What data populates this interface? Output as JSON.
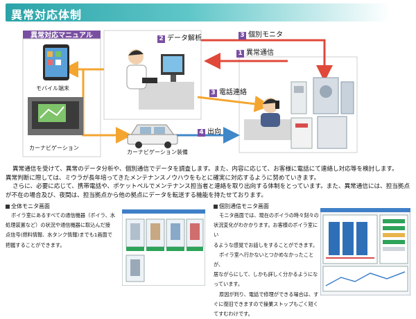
{
  "title": "異常対応体制",
  "manual_label": "異常対応マニュアル",
  "steps": {
    "step1": {
      "num": "1",
      "label": "異常通信"
    },
    "step2": {
      "num": "2",
      "label": "データ解析"
    },
    "step3a": {
      "num": "3",
      "label": "個別モニタ"
    },
    "step3b": {
      "num": "3",
      "label": "電話連絡"
    },
    "step4": {
      "num": "4",
      "label": "出向"
    }
  },
  "captions": {
    "mobile": "モバイル端末",
    "carnav": "カーナビゲーション",
    "carnav_equipment": "カーナビゲーション装備"
  },
  "paragraph": [
    "異常通信を受けて、異常のデータ分析や、個別通信でデータを調査します。また、内容に応じて、お客様に電話にて連絡し対応等を検討します。",
    "異常判断に際しては、ミウラが長年培ってきたメンテナンスノウハウをもとに確実に対応するように努めていきます。",
    "さらに、必要に応じて、携帯電話や、ポケットベルでメンテナンス担当者と連絡を取り出向する体制をとっています。また、異常通信には、担当拠点",
    "が不在の場合及び、夜間は、担当拠点から他の拠点にデータを転送する機能を持たせております。"
  ],
  "sections": {
    "overall": {
      "heading": "全体モニタ画面",
      "text": [
        "ボイラ室にあるすべての通信機器（ボイラ、水",
        "処理装置など）の状況や通信機器に取込んだ接",
        "点信号(燃料情報、水タンク情報)までも1画面で",
        "把握することができます。"
      ]
    },
    "individual": {
      "heading": "個別通信モニタ画面",
      "text": [
        "モニタ画面では、現在のボイラの時々刻々の",
        "状況変化がわかかります。お客様のボイラ室にい",
        "るような感覚でお話しをすることができます。",
        "ボイラ室へ行かないとつかめなかったことが、",
        "居ながらにして、しかも詳しく分かるようにな",
        "っています。",
        "原因が判り、電話で修理ができる場合は、す",
        "ぐに復旧できますので操業ストップもごく短く",
        "てすむわけです。"
      ]
    }
  },
  "colors": {
    "accent_purple": "#7a4fa2",
    "arrow_orange": "#f4a530",
    "arrow_red": "#e0483a",
    "arrow_blue": "#3f87c8",
    "title_teal": "#2aa3a8"
  }
}
